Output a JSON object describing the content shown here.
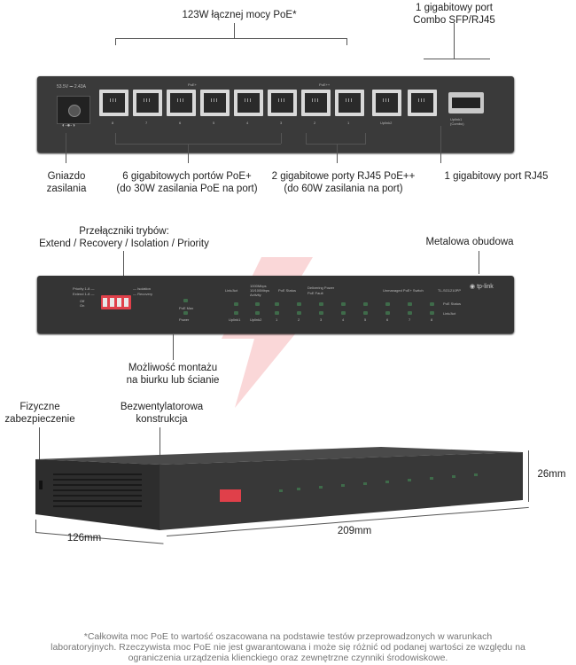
{
  "top_view": {
    "label_poe_power": "123W łącznej mocy PoE*",
    "label_combo_line1": "1 gigabitowy port",
    "label_combo_line2": "Combo SFP/RJ45",
    "label_power_socket_line1": "Gniazdo",
    "label_power_socket_line2": "zasilania",
    "label_poe_plus_line1": "6 gigabitowych portów PoE+",
    "label_poe_plus_line2": "(do 30W zasilania PoE na port)",
    "label_poe_plusplus_line1": "2 gigabitowe porty RJ45 PoE++",
    "label_poe_plusplus_line2": "(do 60W zasilania na port)",
    "label_uplink_rj45": "1 gigabitowy port RJ45",
    "device_power_spec": "53.5V ⎓ 2.43A",
    "device_poe_plus": "PoE+",
    "device_poe_plusplus": "PoE++",
    "device_uplink2": "Uplink2",
    "device_uplink1": "Uplink1",
    "device_combo": "(Combo)",
    "port_numbers": [
      "8",
      "7",
      "6",
      "5",
      "4",
      "3",
      "2",
      "1"
    ]
  },
  "front_view": {
    "label_modes_line1": "Przełączniki trybów:",
    "label_modes_line2": "Extend / Recovery / Isolation / Priority",
    "label_metal_case": "Metalowa obudowa",
    "label_mounting_line1": "Możliwość montażu",
    "label_mounting_line2": "na biurku lub ścianie",
    "device_model": "TL-SG1210PP",
    "device_title": "Unmanaged PoE+ Switch",
    "brand": "tp-link",
    "legend_link_act": "Link/Act",
    "legend_1000": "1000Mbps",
    "legend_10_100": "10/100Mbps",
    "legend_activity": "Activity",
    "legend_poe_status": "PoE Status",
    "legend_delivering": "Delivering Power",
    "legend_poe_fault": "PoE Fault",
    "poe_max": "PoE Max",
    "power": "Power",
    "uplink1": "Uplink1",
    "uplink2": "Uplink2",
    "led_numbers": [
      "1",
      "2",
      "3",
      "4",
      "5",
      "6",
      "7",
      "8"
    ],
    "right_poe_status": "PoE Status",
    "right_link_act": "Link/Act"
  },
  "perspective_view": {
    "label_security_line1": "Fizyczne",
    "label_security_line2": "zabezpieczenie",
    "label_fanless_line1": "Bezwentylatorowa",
    "label_fanless_line2": "konstrukcja",
    "dim_height": "26mm",
    "dim_depth": "126mm",
    "dim_width": "209mm"
  },
  "footnote": {
    "line1": "*Całkowita moc PoE to wartość oszacowana na podstawie testów przeprowadzonych w warunkach",
    "line2": "laboratoryjnych. Rzeczywista moc PoE nie jest gwarantowana i może się różnić od podanej wartości ze względu na",
    "line3": "ograniczenia urządzenia klienckiego oraz zewnętrzne czynniki środowiskowe."
  },
  "colors": {
    "device_body": "#3a3a3a",
    "device_panel": "#2f2f2f",
    "dip_switch": "#e0404a",
    "watermark": "#e8474e",
    "led_green": "#3f6b4a"
  }
}
